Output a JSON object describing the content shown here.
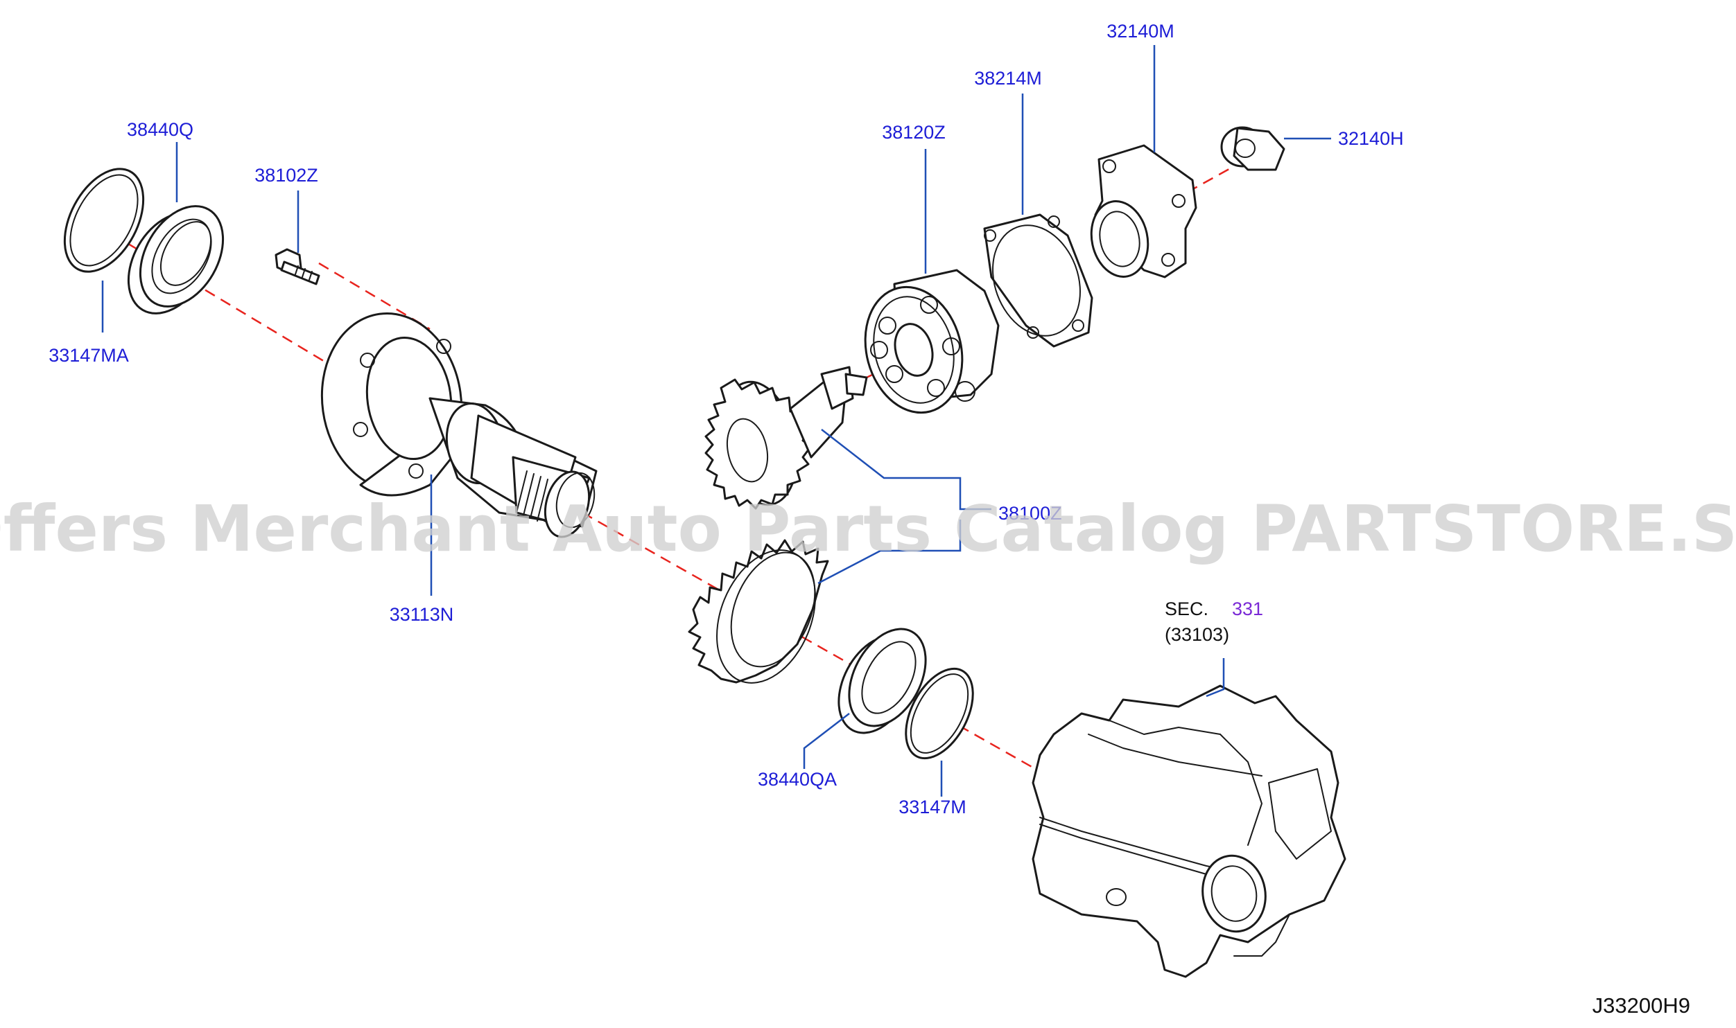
{
  "diagram": {
    "figure_id": "J33200H9",
    "watermark": "Offers Merchant Auto Parts Catalog PARTSTORE.SA",
    "section_ref": {
      "prefix": "SEC.",
      "number": "331",
      "part": "(33103)"
    },
    "callouts": [
      {
        "id": "38440Q",
        "label": "38440Q"
      },
      {
        "id": "33147MA",
        "label": "33147MA"
      },
      {
        "id": "38102Z",
        "label": "38102Z"
      },
      {
        "id": "33113N",
        "label": "33113N"
      },
      {
        "id": "38120Z",
        "label": "38120Z"
      },
      {
        "id": "38214M",
        "label": "38214M"
      },
      {
        "id": "32140M",
        "label": "32140M"
      },
      {
        "id": "32140H",
        "label": "32140H"
      },
      {
        "id": "38100Z",
        "label": "38100Z"
      },
      {
        "id": "38440QA",
        "label": "38440QA"
      },
      {
        "id": "33147M",
        "label": "33147M"
      }
    ],
    "colors": {
      "callout_text": "#1d1dd6",
      "leader_line": "#1f4fb5",
      "centerline": "#e8241e",
      "section_number": "#7a29d6",
      "watermark": "#cfcfcf"
    }
  }
}
